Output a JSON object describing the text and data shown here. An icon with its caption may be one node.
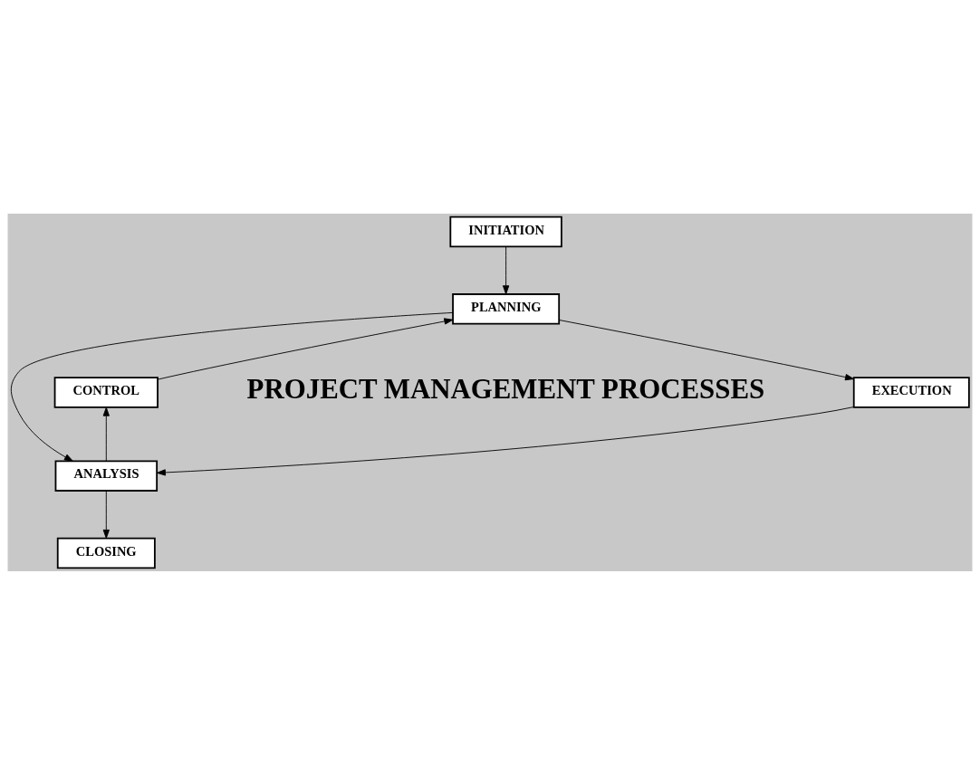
{
  "diagram": {
    "nodes": [
      {
        "text": [
          "INITIATION"
        ]
      },
      {
        "text": [
          "PLANNING"
        ]
      },
      {
        "text": [
          "EXECUTION"
        ]
      },
      {
        "text": [
          "ANALYSIS"
        ]
      },
      {
        "text": [
          "CONTROL"
        ]
      },
      {
        "text": [
          "CLOSING"
        ]
      }
    ],
    "edges": [
      {
        "from": 0,
        "to": 1,
        "arrow": "to"
      },
      {
        "from": 1,
        "to": 2,
        "arrow": "to"
      },
      {
        "from": 2,
        "to": 3,
        "arrow": "to"
      },
      {
        "from": 3,
        "to": 4,
        "arrow": "to"
      },
      {
        "from": 4,
        "to": 1,
        "arrow": "to"
      },
      {
        "from": 1,
        "to": 3,
        "arrow": "to"
      },
      {
        "from": 3,
        "to": 5,
        "arrow": "to"
      }
    ],
    "labels": [
      "PROJECT MANAGEMENT PROCESSES"
    ]
  }
}
